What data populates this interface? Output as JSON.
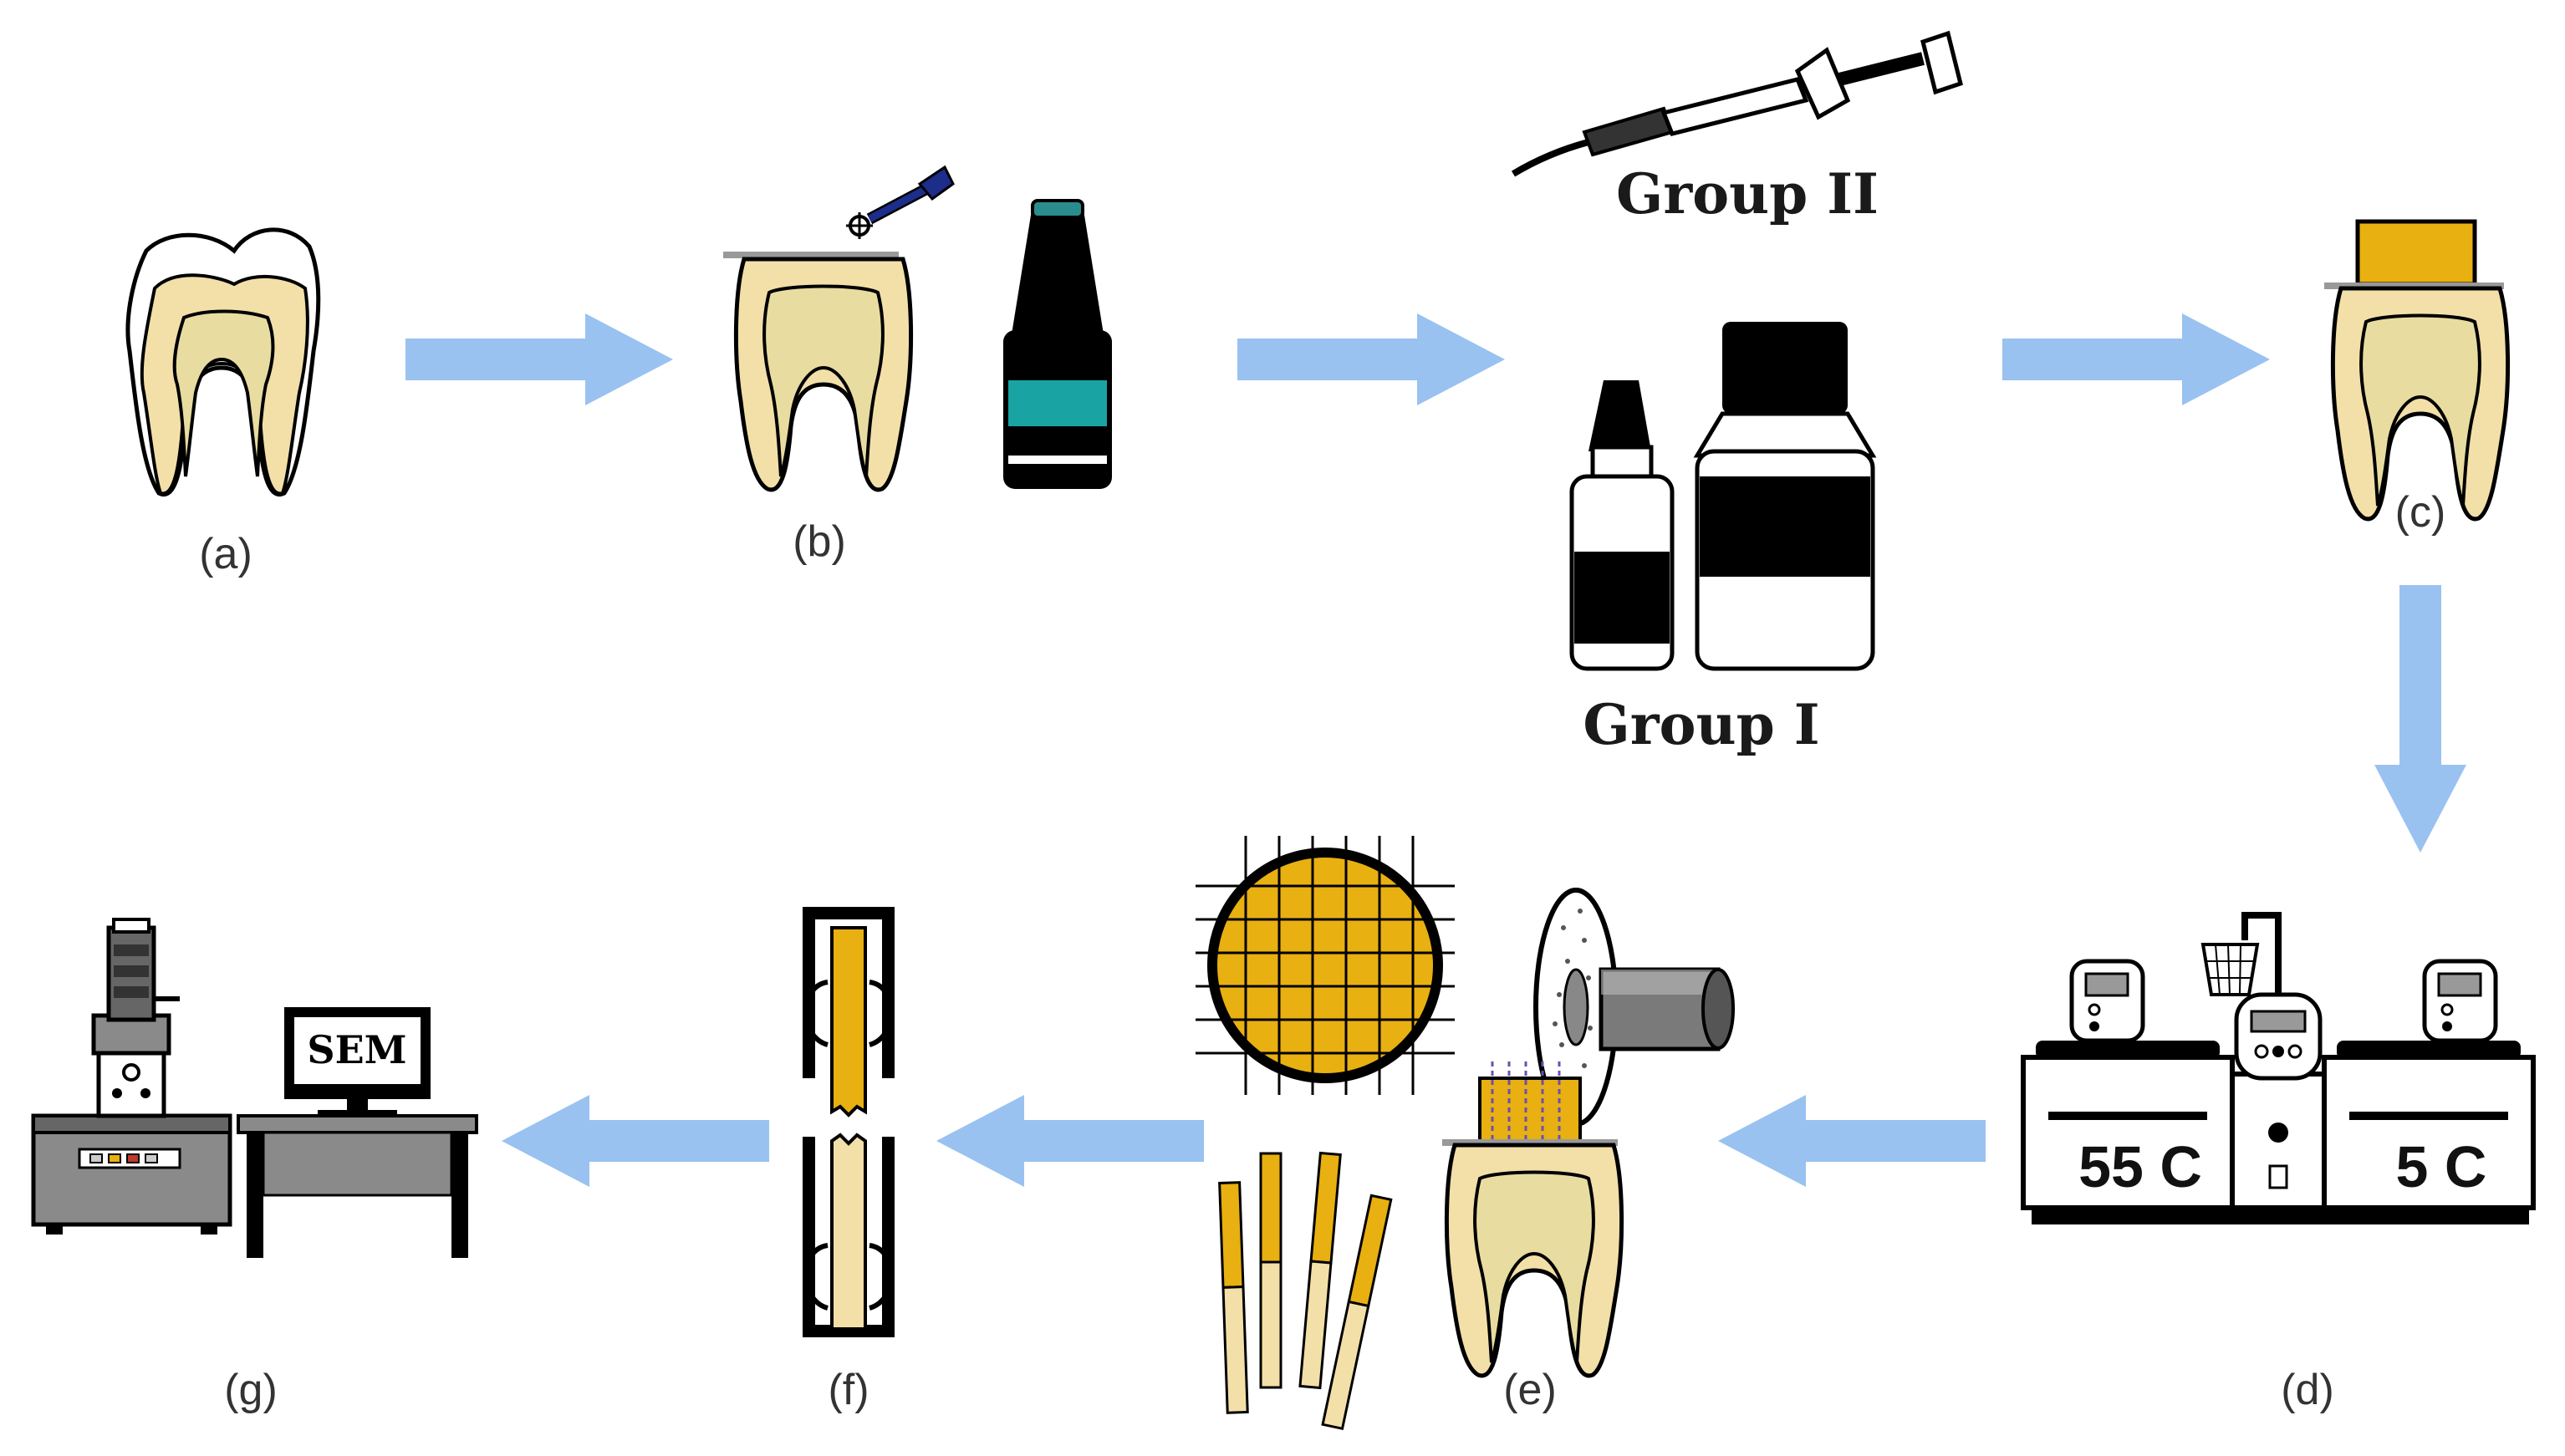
{
  "steps": [
    {
      "id": "a",
      "label": "(a)"
    },
    {
      "id": "b",
      "label": "(b)"
    },
    {
      "id": "c",
      "label": "(c)"
    },
    {
      "id": "d",
      "label": "(d)"
    },
    {
      "id": "e",
      "label": "(e)"
    },
    {
      "id": "f",
      "label": "(f)"
    },
    {
      "id": "g",
      "label": "(g)"
    }
  ],
  "groups": {
    "group_1": "Group I",
    "group_2": "Group II"
  },
  "thermocycler": {
    "hot_bath": "55 C",
    "cold_bath": "5 C"
  },
  "monitor_text": "SEM",
  "colors": {
    "arrow": "#99c2f0",
    "tooth": "#f2e0a8",
    "composite": "#e8b010",
    "black": "#000000"
  },
  "flow": [
    "a",
    "b",
    "group-bottles",
    "c",
    "d",
    "e",
    "f",
    "g"
  ]
}
